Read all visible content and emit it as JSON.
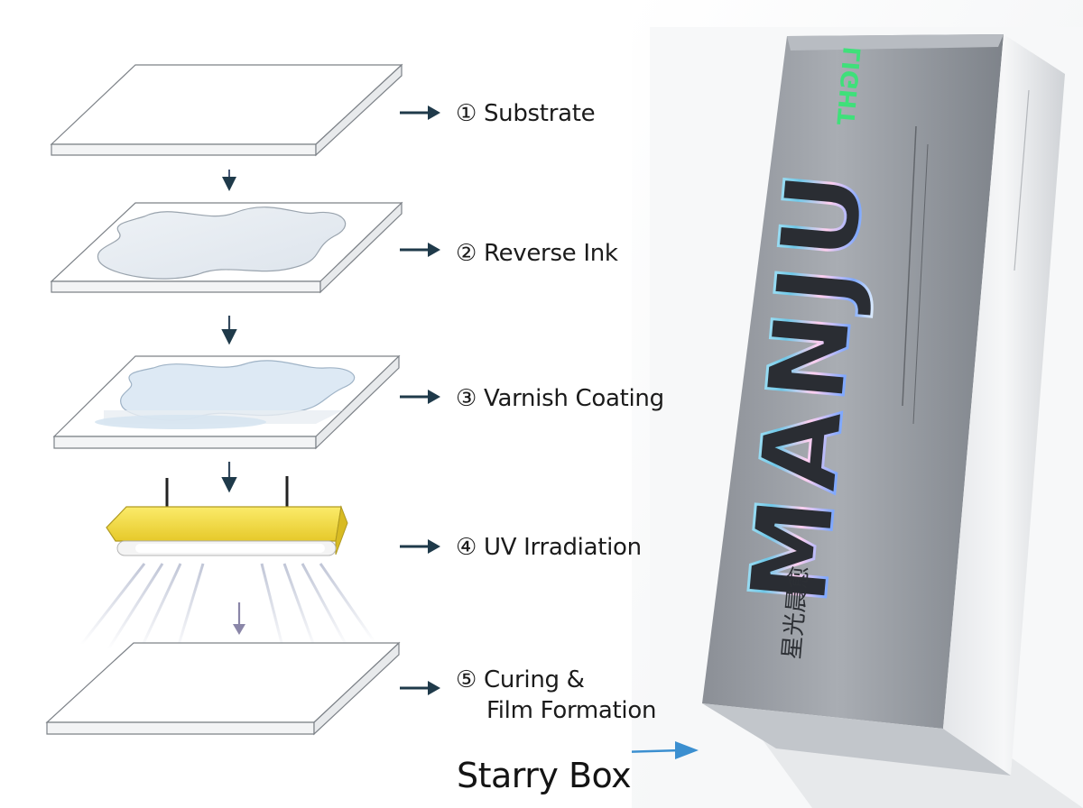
{
  "steps": [
    {
      "label": "① Substrate"
    },
    {
      "label": "② Reverse Ink"
    },
    {
      "label": "③ Varnish Coating"
    },
    {
      "label": "④ UV Irradiation"
    },
    {
      "label": "⑤ Curing &",
      "label_line2": "Film Formation"
    }
  ],
  "product": {
    "caption": "Starry Box",
    "brand": "MANJU",
    "sub_brand": "LIGHT",
    "cjk_text": "星光晨愈"
  },
  "colors": {
    "arrow": "#1f3a4a",
    "down_arrow": "#34495e",
    "uv_lamp": "#f3e04a",
    "caption_arrow": "#3b8fd0",
    "light_green": "#3fe07a",
    "box_silver": "#8c9096"
  }
}
